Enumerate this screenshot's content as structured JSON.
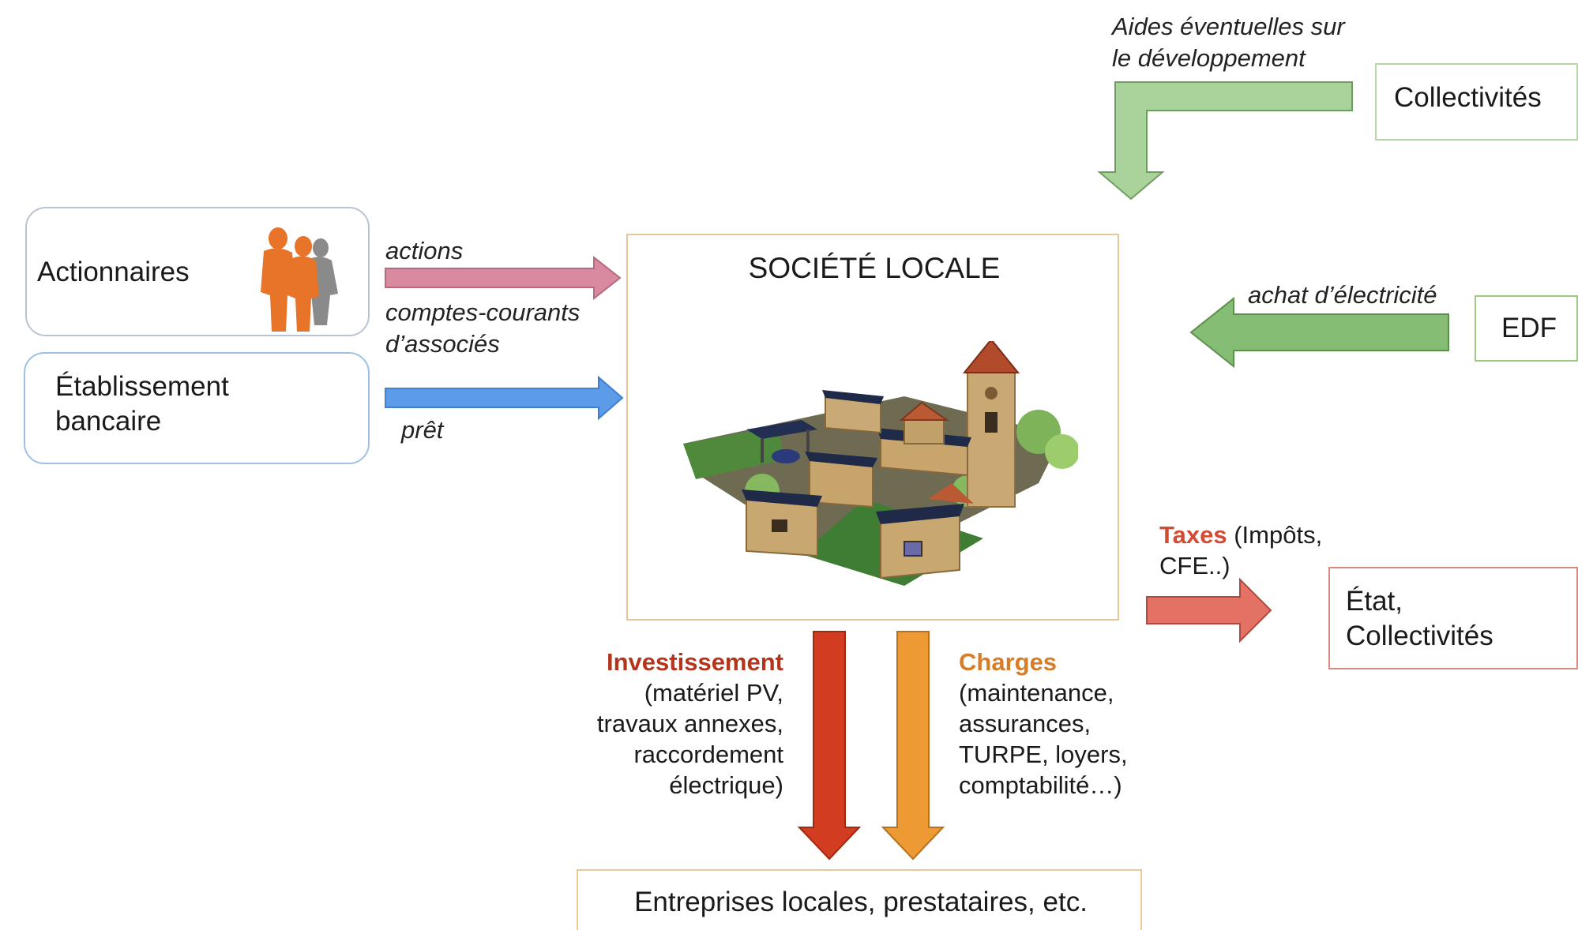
{
  "nodes": {
    "actionnaires": "Actionnaires",
    "etablissement": "Établissement\nbancaire",
    "societe": "SOCIÉTÉ LOCALE",
    "collectivites_top": "Collectivités",
    "edf": "EDF",
    "etat": "État,\nCollectivités",
    "entreprises": "Entreprises locales, prestataires, etc."
  },
  "flows": {
    "actions": "actions",
    "comptes": "comptes-courants\nd’associés",
    "pret": "prêt",
    "aides": "Aides éventuelles sur\nle développement",
    "achat": "achat d’électricité",
    "taxes_title": "Taxes",
    "taxes_rest": " (Impôts,\nCFE..)",
    "invest_title": "Investissement",
    "invest_body": "(matériel PV,\ntravaux annexes,\nraccordement\nélectrique)",
    "charges_title": "Charges",
    "charges_body": "(maintenance,\nassurances,\nTURPE, loyers,\ncomptabilité…)"
  },
  "colors": {
    "pink_arrow": "#d98aa0",
    "blue_arrow": "#5b9be8",
    "green_arrow": "#86bd74",
    "salmon_arrow": "#e37164",
    "red_arrow": "#d23c20",
    "orange_arrow": "#ee9a34",
    "person_orange": "#e8742a"
  }
}
